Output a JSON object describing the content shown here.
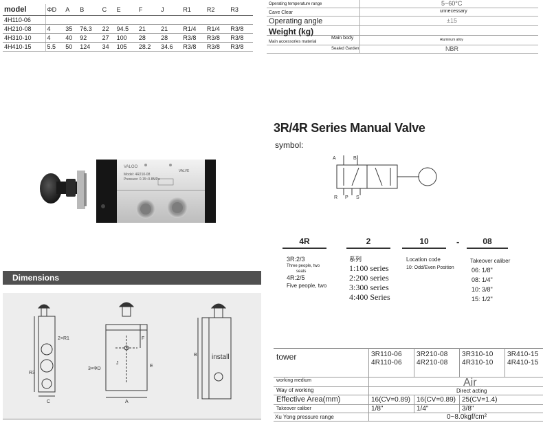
{
  "dimension_table": {
    "headers": [
      "model",
      "ΦD",
      "A",
      "B",
      "C",
      "E",
      "F",
      "J",
      "R1",
      "R2",
      "R3"
    ],
    "rows": [
      [
        "4H110-06",
        "",
        "",
        "",
        "",
        "",
        "",
        "",
        "",
        "",
        ""
      ],
      [
        "4H210-08",
        "4",
        "35",
        "76.3",
        "22",
        "94.5",
        "21",
        "21",
        "R1/4",
        "R1/4",
        "R3/8"
      ],
      [
        "4H310-10",
        "4",
        "40",
        "92",
        "27",
        "100",
        "28",
        "28",
        "R3/8",
        "R3/8",
        "R3/8"
      ],
      [
        "4H410-15",
        "5.5",
        "50",
        "124",
        "34",
        "105",
        "28.2",
        "34.6",
        "R3/8",
        "R3/8",
        "R3/8"
      ]
    ]
  },
  "spec_top": {
    "operating_temp_label": "Operating temperature range",
    "operating_temp_value": "5~60°C",
    "cave_clear_label": "Cave Clear",
    "cave_clear_value": "unnecessary",
    "operating_angle_label": "Operating angle",
    "operating_angle_value": "±15",
    "weight_label": "Weight (kg)",
    "main_body_label": "Main body",
    "main_body_value": "Aluminum alloy",
    "main_accessories_label": "Main accessories material",
    "sealed_garden_label": "Sealed Garden",
    "sealed_garden_value": "NBR"
  },
  "product": {
    "brand": "VALOO",
    "type_label": "VALVE",
    "model_line": "Model: 4R210-08",
    "pressure_line": "Pressure: 0.15~0.8MPa"
  },
  "series_title": "3R/4R Series Manual Valve",
  "symbol_label": "symbol:",
  "symbol_ports": [
    "A",
    "B",
    "R",
    "P",
    "S"
  ],
  "ordering_code": {
    "segments": [
      "4R",
      "2",
      "10",
      "08"
    ],
    "dash": "-",
    "col1": {
      "line1": "3R:2/3",
      "line2": "Three people, two",
      "line3": "seats",
      "line4": "4R:2/5",
      "line5": "Five people, two"
    },
    "col2": {
      "head": "系列",
      "items": [
        "1:100 series",
        "2:200 series",
        "3:300 series",
        "4:400 Series"
      ]
    },
    "col3": {
      "head": "Location code",
      "line1": "10: Odd/Even Position"
    },
    "col4": {
      "head": "Takeover caliber",
      "items": [
        "06: 1/8\"",
        "08: 1/4\"",
        "10: 3/8\"",
        "15: 1/2\""
      ]
    }
  },
  "dimensions_label": "Dimensions",
  "drawing_labels": {
    "r1": "2×R1",
    "r3": "R3",
    "phi_d": "3×ΦD",
    "install": "install",
    "e": "E",
    "a": "A",
    "c": "C",
    "f": "F",
    "j": "J",
    "b": "B"
  },
  "spec_bottom": {
    "tower_label": "tower",
    "columns": [
      [
        "3R110-06",
        "4R110-06"
      ],
      [
        "3R210-08",
        "4R210-08"
      ],
      [
        "3R310-10",
        "4R310-10"
      ],
      [
        "3R410-15",
        "4R410-15"
      ]
    ],
    "working_medium_label": "working medium",
    "working_medium_value": "Air",
    "way_of_working_label": "Way of working",
    "way_of_working_value": "Direct acting",
    "effective_area_label": "Effective Area(mm)",
    "effective_area_values": [
      "16(CV=0.89)",
      "16(CV=0.89)",
      "25(CV=1.4)"
    ],
    "takeover_caliber_label": "Takeover caliber",
    "takeover_caliber_values": [
      "1/8\"",
      "1/4\"",
      "3/8\""
    ],
    "pressure_range_label": "Xu Yong pressure range",
    "pressure_range_value": "0~8.0kgf/cm²"
  }
}
